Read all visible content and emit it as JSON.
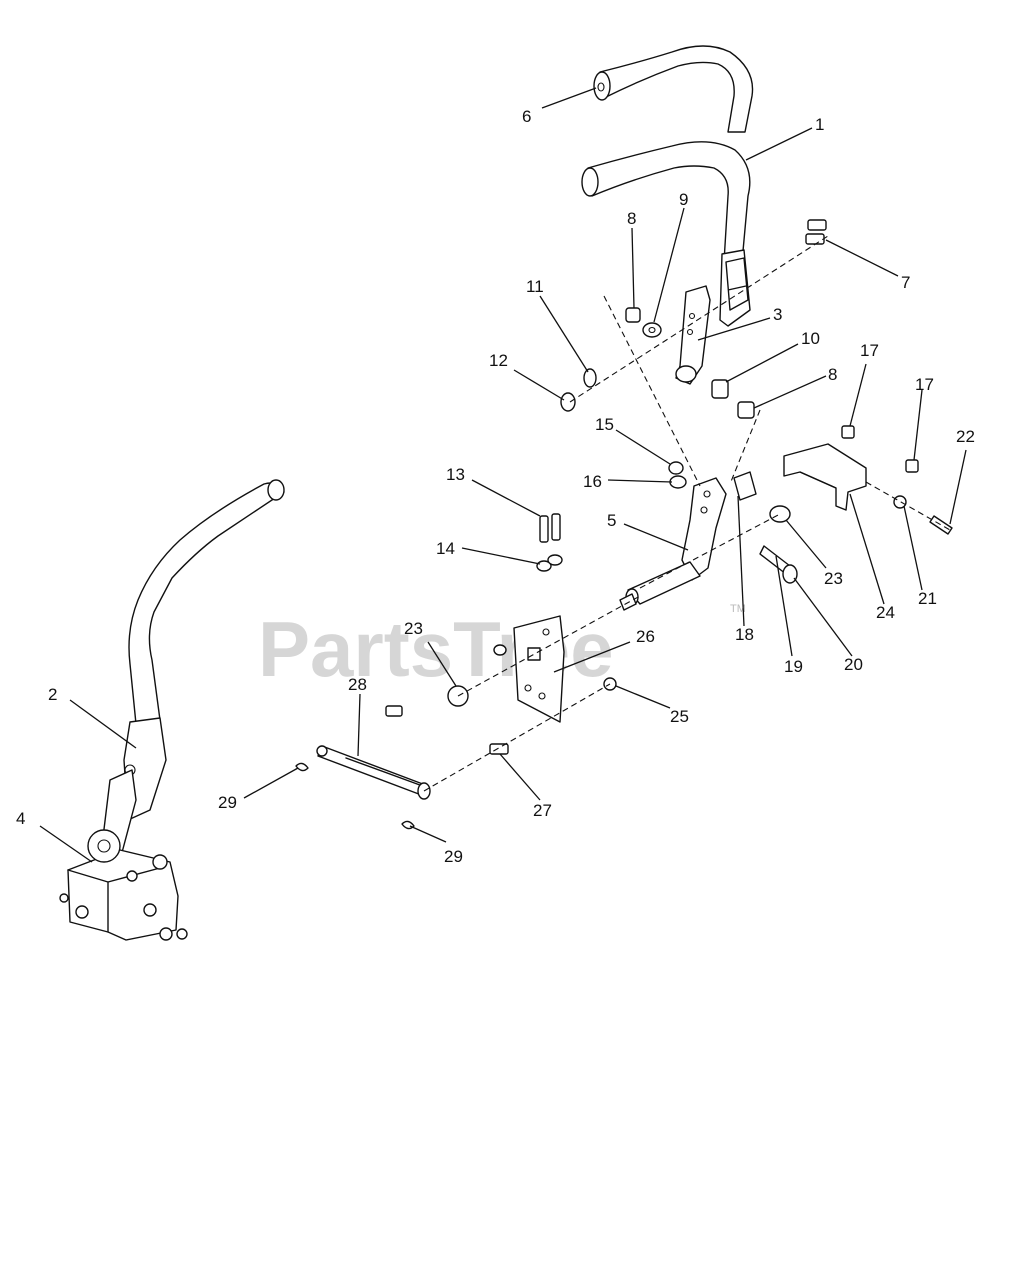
{
  "watermark": {
    "text": "PartsTree",
    "tm": "TM"
  },
  "callouts": [
    {
      "id": "c6",
      "label": "6"
    },
    {
      "id": "c1",
      "label": "1"
    },
    {
      "id": "c8a",
      "label": "8"
    },
    {
      "id": "c9",
      "label": "9"
    },
    {
      "id": "c7",
      "label": "7"
    },
    {
      "id": "c11",
      "label": "11"
    },
    {
      "id": "c3",
      "label": "3"
    },
    {
      "id": "c12",
      "label": "12"
    },
    {
      "id": "c10",
      "label": "10"
    },
    {
      "id": "c17a",
      "label": "17"
    },
    {
      "id": "c8b",
      "label": "8"
    },
    {
      "id": "c17b",
      "label": "17"
    },
    {
      "id": "c22",
      "label": "22"
    },
    {
      "id": "c15",
      "label": "15"
    },
    {
      "id": "c13",
      "label": "13"
    },
    {
      "id": "c16",
      "label": "16"
    },
    {
      "id": "c5",
      "label": "5"
    },
    {
      "id": "c14",
      "label": "14"
    },
    {
      "id": "c23a",
      "label": "23"
    },
    {
      "id": "c21",
      "label": "21"
    },
    {
      "id": "c24",
      "label": "24"
    },
    {
      "id": "c23b",
      "label": "23"
    },
    {
      "id": "c26",
      "label": "26"
    },
    {
      "id": "c18",
      "label": "18"
    },
    {
      "id": "c28",
      "label": "28"
    },
    {
      "id": "c19",
      "label": "19"
    },
    {
      "id": "c20",
      "label": "20"
    },
    {
      "id": "c2",
      "label": "2"
    },
    {
      "id": "c25",
      "label": "25"
    },
    {
      "id": "c29a",
      "label": "29"
    },
    {
      "id": "c27",
      "label": "27"
    },
    {
      "id": "c4",
      "label": "4"
    },
    {
      "id": "c29b",
      "label": "29"
    }
  ]
}
